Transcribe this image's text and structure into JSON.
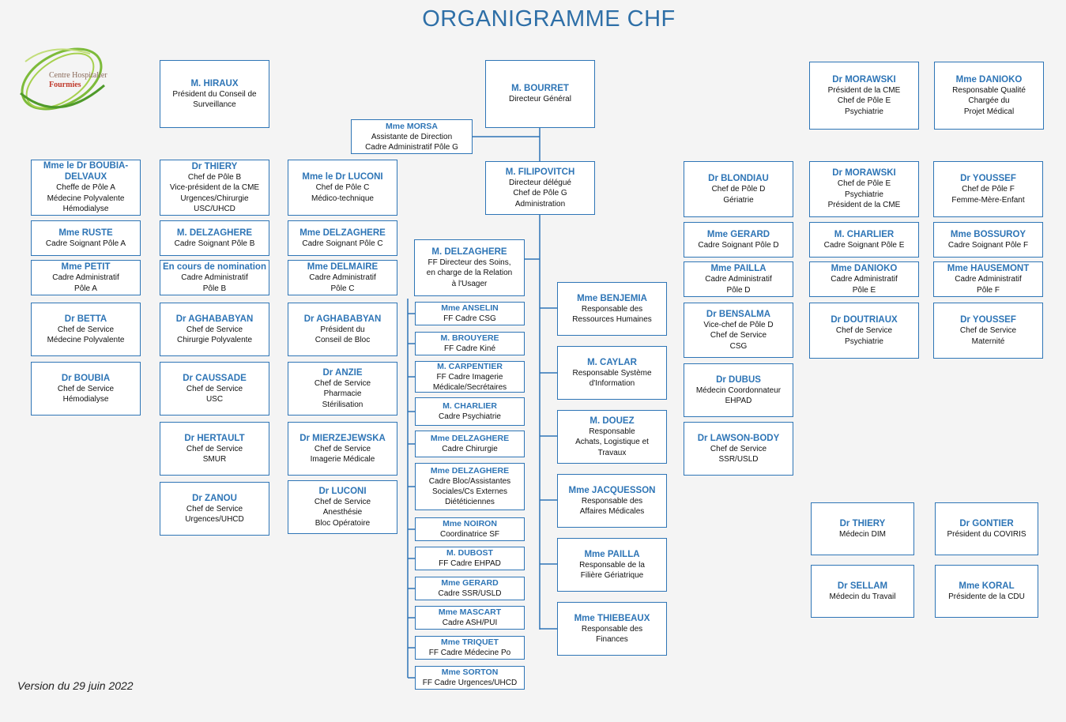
{
  "title": "ORGANIGRAMME CHF",
  "version": "Version du 29 juin 2022",
  "logo": {
    "line1": "Centre Hospitalier",
    "line2": "Fourmies"
  },
  "colors": {
    "accent": "#2e75b6",
    "title": "#2e6fa7"
  },
  "top": [
    {
      "name": "M. HIRAUX",
      "lines": [
        "Président du Conseil de Surveillance"
      ]
    },
    {
      "name": "M. BOURRET",
      "lines": [
        "Directeur Général"
      ]
    },
    {
      "name": "Mme MORSA",
      "lines": [
        "Assistante de Direction",
        "Cadre Administratif Pôle G"
      ]
    },
    {
      "name": "Dr MORAWSKI",
      "lines": [
        "Président de la CME",
        "Chef de Pôle E",
        "Psychiatrie"
      ]
    },
    {
      "name": "Mme DANIOKO",
      "lines": [
        "Responsable Qualité",
        "Chargée du",
        "Projet Médical"
      ]
    },
    {
      "name": "M. FILIPOVITCH",
      "lines": [
        "Directeur délégué",
        "Chef de Pôle G",
        "Administration"
      ]
    }
  ],
  "col1": [
    {
      "name": "Mme le Dr BOUBIA-DELVAUX",
      "lines": [
        "Cheffe de Pôle A",
        "Médecine Polyvalente",
        "Hémodialyse"
      ]
    },
    {
      "name": "Mme RUSTE",
      "lines": [
        "Cadre Soignant Pôle A"
      ]
    },
    {
      "name": "Mme PETIT",
      "lines": [
        "Cadre Administratif",
        "Pôle A"
      ]
    },
    {
      "name": "Dr BETTA",
      "lines": [
        "Chef de Service",
        "Médecine Polyvalente"
      ]
    },
    {
      "name": "Dr BOUBIA",
      "lines": [
        "Chef de Service",
        "Hémodialyse"
      ]
    }
  ],
  "col2": [
    {
      "name": "Dr THIERY",
      "lines": [
        "Chef de Pôle B",
        "Vice-président de la CME",
        "Urgences/Chirurgie",
        "USC/UHCD"
      ]
    },
    {
      "name": "M. DELZAGHERE",
      "lines": [
        "Cadre Soignant Pôle B"
      ]
    },
    {
      "name": "En cours de nomination",
      "lines": [
        "Cadre Administratif",
        "Pôle B"
      ]
    },
    {
      "name": "Dr AGHABABYAN",
      "lines": [
        "Chef de Service",
        "Chirurgie Polyvalente"
      ]
    },
    {
      "name": "Dr CAUSSADE",
      "lines": [
        "Chef de Service",
        "USC"
      ]
    },
    {
      "name": "Dr HERTAULT",
      "lines": [
        "Chef de Service",
        "SMUR"
      ]
    },
    {
      "name": "Dr ZANOU",
      "lines": [
        "Chef de Service",
        "Urgences/UHCD"
      ]
    }
  ],
  "col3": [
    {
      "name": "Mme le Dr LUCONI",
      "lines": [
        "Chef de Pôle C",
        "Médico-technique"
      ]
    },
    {
      "name": "Mme DELZAGHERE",
      "lines": [
        "Cadre Soignant Pôle C"
      ]
    },
    {
      "name": "Mme DELMAIRE",
      "lines": [
        "Cadre Administratif",
        "Pôle C"
      ]
    },
    {
      "name": "Dr AGHABABYAN",
      "lines": [
        "Président du",
        "Conseil de Bloc"
      ]
    },
    {
      "name": "Dr ANZIE",
      "lines": [
        "Chef de Service",
        "Pharmacie",
        "Stérilisation"
      ]
    },
    {
      "name": "Dr MIERZEJEWSKA",
      "lines": [
        "Chef de Service",
        "Imagerie Médicale"
      ]
    },
    {
      "name": "Dr LUCONI",
      "lines": [
        "Chef de Service",
        "Anesthésie",
        "Bloc Opératoire"
      ]
    }
  ],
  "soins": {
    "name": "M. DELZAGHERE",
    "lines": [
      "FF Directeur des Soins,",
      "en charge de la Relation",
      "à l'Usager"
    ]
  },
  "cadres": [
    {
      "name": "Mme ANSELIN",
      "lines": [
        "FF Cadre CSG"
      ]
    },
    {
      "name": "M. BROUYERE",
      "lines": [
        "FF Cadre Kiné"
      ]
    },
    {
      "name": "M. CARPENTIER",
      "lines": [
        "FF Cadre Imagerie",
        "Médicale/Secrétaires"
      ]
    },
    {
      "name": "M. CHARLIER",
      "lines": [
        "Cadre Psychiatrie"
      ]
    },
    {
      "name": "Mme DELZAGHERE",
      "lines": [
        "Cadre Chirurgie"
      ]
    },
    {
      "name": "Mme DELZAGHERE",
      "lines": [
        "Cadre Bloc/Assistantes",
        "Sociales/Cs Externes",
        "Diététiciennes"
      ]
    },
    {
      "name": "Mme NOIRON",
      "lines": [
        "Coordinatrice SF"
      ]
    },
    {
      "name": "M. DUBOST",
      "lines": [
        "FF Cadre EHPAD"
      ]
    },
    {
      "name": "Mme GERARD",
      "lines": [
        "Cadre SSR/USLD"
      ]
    },
    {
      "name": "Mme MASCART",
      "lines": [
        "Cadre ASH/PUI"
      ]
    },
    {
      "name": "Mme TRIQUET",
      "lines": [
        "FF Cadre Médecine Po"
      ]
    },
    {
      "name": "Mme SORTON",
      "lines": [
        "FF Cadre Urgences/UHCD"
      ]
    }
  ],
  "resp": [
    {
      "name": "Mme BENJEMIA",
      "lines": [
        "Responsable des",
        "Ressources Humaines"
      ]
    },
    {
      "name": "M. CAYLAR",
      "lines": [
        "Responsable Système",
        "d'Information"
      ]
    },
    {
      "name": "M. DOUEZ",
      "lines": [
        "Responsable",
        "Achats, Logistique et",
        "Travaux"
      ]
    },
    {
      "name": "Mme JACQUESSON",
      "lines": [
        "Responsable des",
        "Affaires Médicales"
      ]
    },
    {
      "name": "Mme PAILLA",
      "lines": [
        "Responsable de la",
        "Filière Gériatrique"
      ]
    },
    {
      "name": "Mme THIEBEAUX",
      "lines": [
        "Responsable des",
        "Finances"
      ]
    }
  ],
  "col4": [
    {
      "name": "Dr BLONDIAU",
      "lines": [
        "Chef de Pôle D",
        "Gériatrie"
      ]
    },
    {
      "name": "Mme GERARD",
      "lines": [
        "Cadre Soignant Pôle D"
      ]
    },
    {
      "name": "Mme PAILLA",
      "lines": [
        "Cadre Administratif",
        "Pôle D"
      ]
    },
    {
      "name": "Dr BENSALMA",
      "lines": [
        "Vice-chef de Pôle D",
        "Chef de Service",
        "CSG"
      ]
    },
    {
      "name": "Dr DUBUS",
      "lines": [
        "Médecin Coordonnateur",
        "EHPAD"
      ]
    },
    {
      "name": "Dr LAWSON-BODY",
      "lines": [
        "Chef de Service",
        "SSR/USLD"
      ]
    }
  ],
  "col5": [
    {
      "name": "Dr MORAWSKI",
      "lines": [
        "Chef de Pôle E",
        "Psychiatrie",
        "Président de la CME"
      ]
    },
    {
      "name": "M. CHARLIER",
      "lines": [
        "Cadre Soignant Pôle E"
      ]
    },
    {
      "name": "Mme DANIOKO",
      "lines": [
        "Cadre Administratif",
        "Pôle E"
      ]
    },
    {
      "name": "Dr DOUTRIAUX",
      "lines": [
        "Chef de Service",
        "Psychiatrie"
      ]
    }
  ],
  "col6": [
    {
      "name": "Dr YOUSSEF",
      "lines": [
        "Chef de Pôle F",
        "Femme-Mère-Enfant"
      ]
    },
    {
      "name": "Mme BOSSUROY",
      "lines": [
        "Cadre Soignant Pôle F"
      ]
    },
    {
      "name": "Mme HAUSEMONT",
      "lines": [
        "Cadre Administratif",
        "Pôle F"
      ]
    },
    {
      "name": "Dr YOUSSEF",
      "lines": [
        "Chef de Service",
        "Maternité"
      ]
    }
  ],
  "misc": [
    {
      "name": "Dr THIERY",
      "lines": [
        "Médecin DIM"
      ]
    },
    {
      "name": "Dr GONTIER",
      "lines": [
        "Président du COVIRIS"
      ]
    },
    {
      "name": "Dr SELLAM",
      "lines": [
        "Médecin du Travail"
      ]
    },
    {
      "name": "Mme KORAL",
      "lines": [
        "Présidente de la CDU"
      ]
    }
  ]
}
